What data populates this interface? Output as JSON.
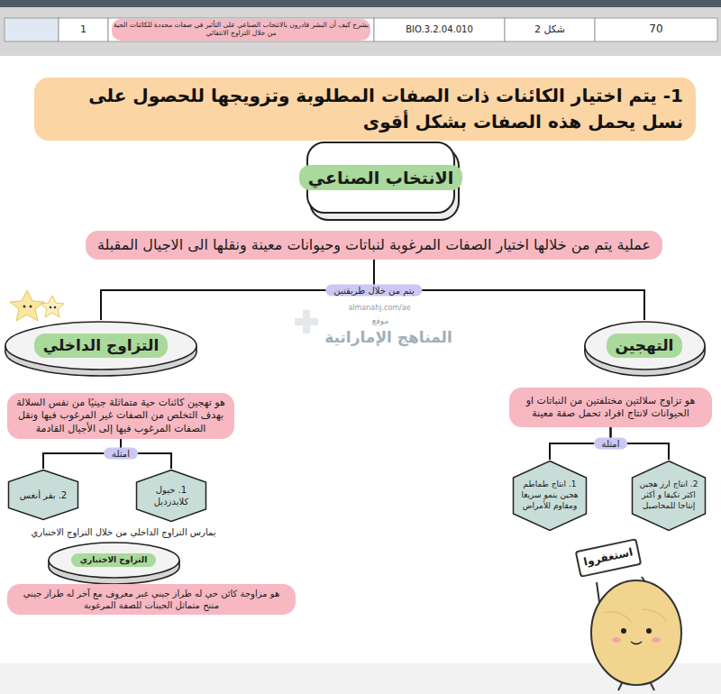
{
  "diagram": {
    "title": "1- يتم اختيار الكائنات ذات الصفات المطلوبة وتزويجها للحصول على نسل يحمل هذه الصفات بشكل أقوى",
    "nodes": [
      {
        "text": [
          "الانتخاب الصناعي"
        ]
      },
      {
        "text": [
          "عملية يتم من خلالها اختيار الصفات المرغوبة لنباتات وحيوانات معينة ونقلها الى الاجيال المقبلة"
        ]
      },
      {
        "text": [
          "التهجين"
        ]
      },
      {
        "text": [
          "التزاوج الداخلي"
        ]
      },
      {
        "text": [
          "هو تزاوج سلالتين مختلفتين من النباتات او الحيوانات لانتاج افراد تحمل صفة معينة"
        ]
      },
      {
        "text": [
          "هو تهجين كائنات حية متماثلة جينيًا من نفس السلالة بهدف التخلص من الصفات غير المرغوب فيها ونقل الصفات المرغوب فيها إلى الأجيال القادمة"
        ]
      },
      {
        "text": [
          "1. انتاج طماطم هجين ينمو سريعا ومقاوم للأمراض"
        ]
      },
      {
        "text": [
          "2. انتاج ارز هجين اكثر تكيفا و أكثر إنتاجا للمحاصيل"
        ]
      },
      {
        "text": [
          "1. خيول كلايدزديل"
        ]
      },
      {
        "text": [
          "2. بقر أنغس"
        ]
      },
      {
        "text": [
          "التزاوج الاختباري"
        ]
      },
      {
        "text": [
          "هو مزاوجة كائن حي له طراز جيني غير معروف مع آخر له طراز جيني متنح متماثل الجينات للصفة المرغوبة"
        ]
      },
      {
        "text": [
          "استغفروا"
        ]
      }
    ],
    "edges": [
      {
        "from": 1,
        "to": 2,
        "arrow": "none",
        "label": "يتم من خلال طريقتين"
      },
      {
        "from": 1,
        "to": 3,
        "arrow": "none"
      },
      {
        "from": 4,
        "to": 6,
        "arrow": "none",
        "label": "امثلة"
      },
      {
        "from": 4,
        "to": 7,
        "arrow": "none"
      },
      {
        "from": 5,
        "to": 8,
        "arrow": "none",
        "label": "امثلة"
      },
      {
        "from": 5,
        "to": 9,
        "arrow": "none"
      }
    ],
    "labels": [
      "70",
      "شكل 2",
      "BIO.3.2.04.010",
      "يشرح كيف أن البشر قادرون بالانتخاب الصناعي على التأثير في صفات محددة للكائنات الحية من خلال التزاوج الانتقائي",
      "1",
      "يمارس التزاوج الداخلي من خلال التزاوج الاختباري",
      "almanahj.com/ae",
      "موقع",
      "المناهج الإماراتية"
    ]
  }
}
